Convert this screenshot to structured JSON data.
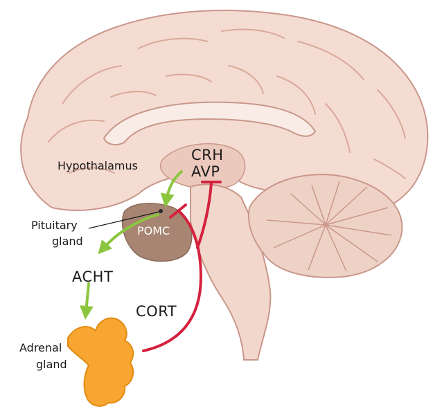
{
  "labels": {
    "hypothalamus": "Hypothalamus",
    "crh": "CRH",
    "avp": "AVP",
    "pituitary_line1": "Pituitary",
    "pituitary_line2": "gland",
    "pomc": "POMC",
    "acht": "ACHT",
    "cort": "CORT",
    "adrenal_line1": "Adrenal",
    "adrenal_line2": "gland"
  },
  "colors": {
    "stimulation_arrow": "#8cc63f",
    "inhibition_line": "#d4213d",
    "adrenal_gland": "#f7a731",
    "brain_tissue": "#f4dcd2",
    "pituitary": "#a88472"
  }
}
